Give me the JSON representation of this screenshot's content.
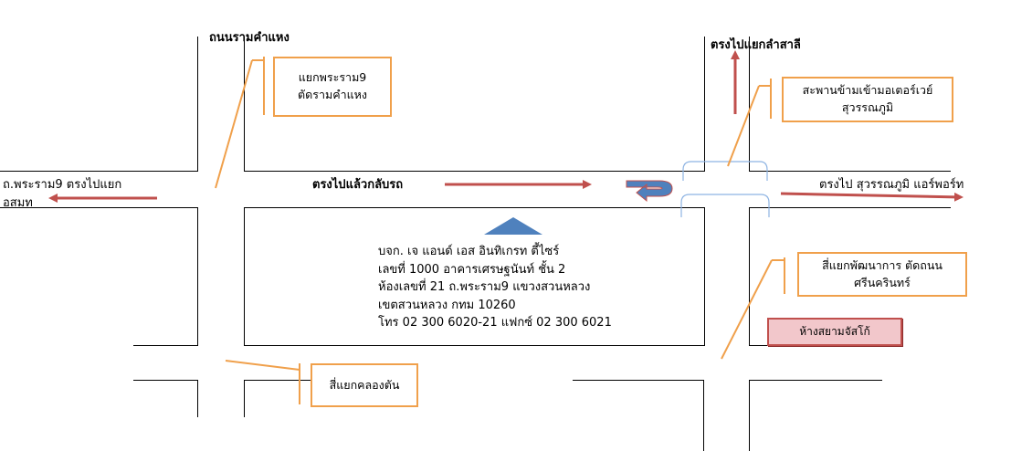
{
  "roads": {
    "ramkhamhaeng": "ถนนรามคำแหง",
    "lam_salee": "ตรงไปแยกลำสาลี",
    "rama9_left_line1": "ถ.พระราม9 ตรงไปแยก",
    "rama9_left_line2": "อสมท",
    "uturn": "ตรงไปแล้วกลับรถ",
    "suvarnabhumi": "ตรงไป สุวรรณภูมิ แอร์พอร์ท"
  },
  "callouts": {
    "rama9_junction": [
      "แยกพระราม9",
      "ตัดรามคำแหง"
    ],
    "motorway_bridge": [
      "สะพานข้ามเข้ามอเตอร์เวย์",
      "สุวรรณภูมิ"
    ],
    "phatthanakan": [
      "สี่แยกพัฒนาการ ตัดถนน",
      "ศรีนครินทร์"
    ],
    "khlong_ton": [
      "สี่แยกคลองตัน"
    ]
  },
  "company": {
    "name": "บจก. เจ แอนด์ เอส อินทิเกรท ตี้ไซร์",
    "address_1": "เลขที่ 1000 อาคารเศรษฐนันท์  ชั้น 2",
    "address_2": "ห้องเลขที่ 21 ถ.พระราม9 แขวงสวนหลวง",
    "address_3": "เขตสวนหลวง กทม 10260",
    "phone": "โทร 02 300 6020-21  แฟกซ์ 02 300 6021"
  },
  "landmark": {
    "mall": "ห้างสยามจัสโก้"
  },
  "colors": {
    "arrow": "#c0504d",
    "callout_border": "#f0a04b",
    "marker": "#4f81bd",
    "bridge": "#8eb4e3",
    "uturn_fill": "#4f81bd"
  }
}
